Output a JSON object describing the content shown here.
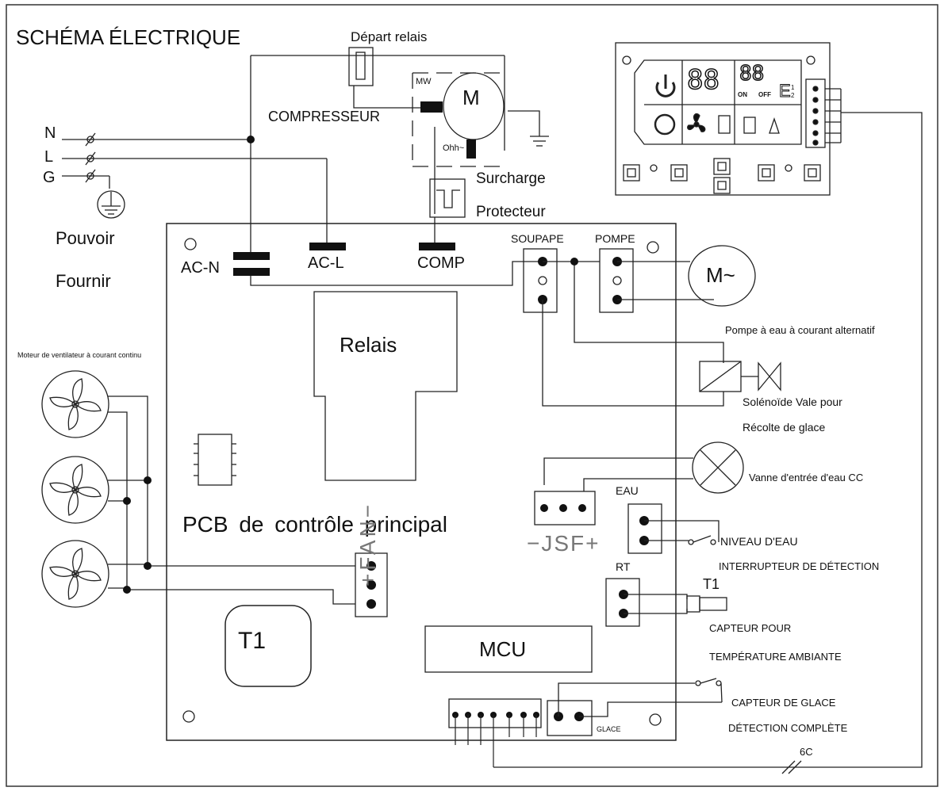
{
  "title": "SCHÉMA ÉLECTRIQUE",
  "supply": {
    "n": "N",
    "l": "L",
    "g": "G",
    "label_line1": "Pouvoir",
    "label_line2": "Fournir"
  },
  "relay_start": "Départ relais",
  "compressor": {
    "label": "COMPRESSEUR",
    "motor": "M",
    "mw": "MW",
    "ohm": "Ohh~"
  },
  "overload": {
    "line1": "Surcharge",
    "line2": "Protecteur"
  },
  "pcb": {
    "ac_n": "AC-N",
    "ac_l": "AC-L",
    "comp": "COMP",
    "soupape": "SOUPAPE",
    "pompe": "POMPE",
    "relais": "Relais",
    "main_label": "PCB de contrôle principal",
    "fan": "+FAN−",
    "jsf": "−JSF+",
    "t1": "T1",
    "mcu": "MCU",
    "eau": "EAU",
    "rt": "RT",
    "glace": "GLACE"
  },
  "fan_motor_label": "Moteur de ventilateur à courant continu",
  "pump": {
    "motor": "M~",
    "label": "Pompe à eau à courant alternatif"
  },
  "solenoid": {
    "line1": "Solénoïde Vale pour",
    "line2": "Récolte de glace"
  },
  "water_inlet": "Vanne d'entrée d'eau CC",
  "water_level": {
    "line1": "NIVEAU D'EAU",
    "line2": "INTERRUPTEUR DE DÉTECTION"
  },
  "ambient_sensor": {
    "tag": "T1",
    "line1": "CAPTEUR POUR",
    "line2": "TEMPÉRATURE AMBIANTE"
  },
  "ice_sensor": {
    "line1": "CAPTEUR DE GLACE",
    "line2": "DÉTECTION COMPLÈTE"
  },
  "cable_label": "6C",
  "display": {
    "digits_a": "88",
    "digits_b": "88",
    "e_label": "E",
    "e_sub": "1 2",
    "on_label": "ON",
    "off_label": "OFF"
  }
}
